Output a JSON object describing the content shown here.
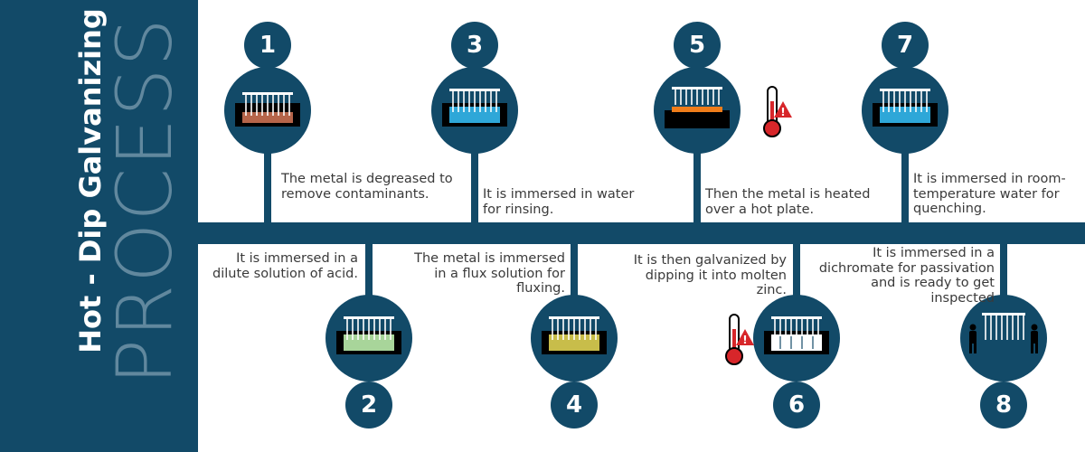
{
  "title": {
    "line1": "Hot - Dip Galvanizing",
    "line2": "PROCESS"
  },
  "colors": {
    "navy": "#124a68",
    "text": "#3a3a3a",
    "accent_red": "#d7262a"
  },
  "steps": [
    {
      "number": "1",
      "text": "The metal is degreased to remove contaminants.",
      "tank": "rust-tank-icon",
      "fill": "#b5654a"
    },
    {
      "number": "2",
      "text": "It is immersed in a dilute solution of acid.",
      "tank": "acid-tank-icon",
      "fill": "#a8d59a"
    },
    {
      "number": "3",
      "text": "It is immersed in water for rinsing.",
      "tank": "rinse-tank-icon",
      "fill": "#2ea7d8"
    },
    {
      "number": "4",
      "text": "The metal is immersed in a flux solution for fluxing.",
      "tank": "flux-tank-icon",
      "fill": "#c8bd4a"
    },
    {
      "number": "5",
      "text": "Then the metal is heated over a hot plate.",
      "tank": "hot-plate-icon",
      "fill": "#f07d1a"
    },
    {
      "number": "6",
      "text": "It is then galvanized by dipping it into molten zinc.",
      "tank": "zinc-tank-icon",
      "fill": "#ffffff"
    },
    {
      "number": "7",
      "text": "It is immersed in room-temperature water for quenching.",
      "tank": "quench-tank-icon",
      "fill": "#2ea7d8"
    },
    {
      "number": "8",
      "text": "It is immersed in a dichromate for passivation and is ready to get inspected",
      "tank": "inspection-icon",
      "fill": "#ffffff"
    }
  ]
}
